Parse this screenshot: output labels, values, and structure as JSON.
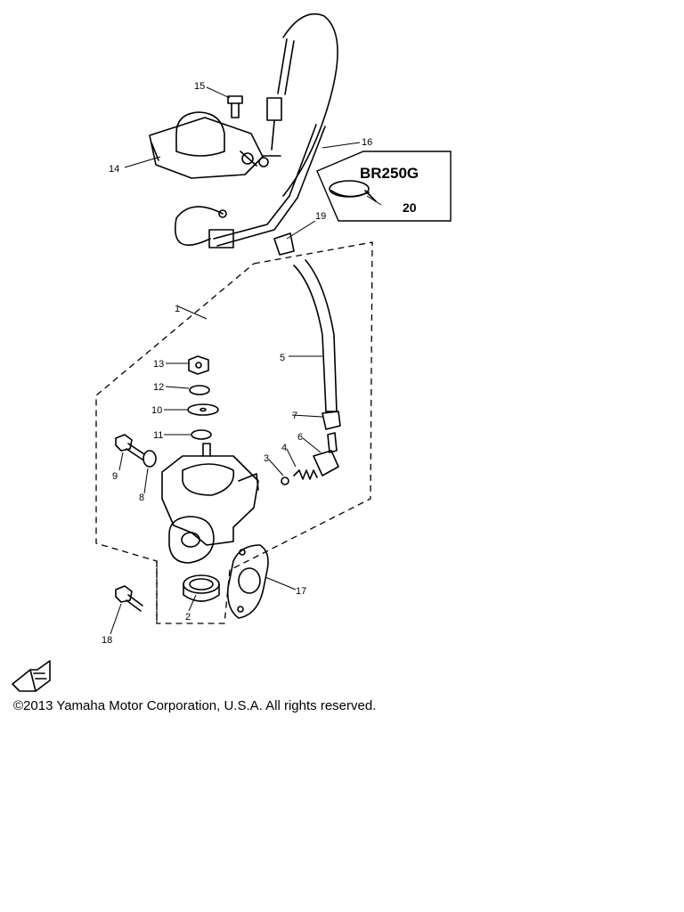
{
  "variant_box": {
    "title": "BR250G",
    "part": "20"
  },
  "part_labels": {
    "p1": "1",
    "p2": "2",
    "p3": "3",
    "p4": "4",
    "p5": "5",
    "p6": "6",
    "p7": "7",
    "p8": "8",
    "p9": "9",
    "p10": "10",
    "p11": "11",
    "p12": "12",
    "p13": "13",
    "p14": "14",
    "p15": "15",
    "p16": "16",
    "p17": "17",
    "p18": "18",
    "p19": "19"
  },
  "icons": {
    "front_arrow": "front-direction-arrow-icon"
  },
  "copyright": "©2013 Yamaha Motor Corporation, U.S.A. All rights reserved."
}
